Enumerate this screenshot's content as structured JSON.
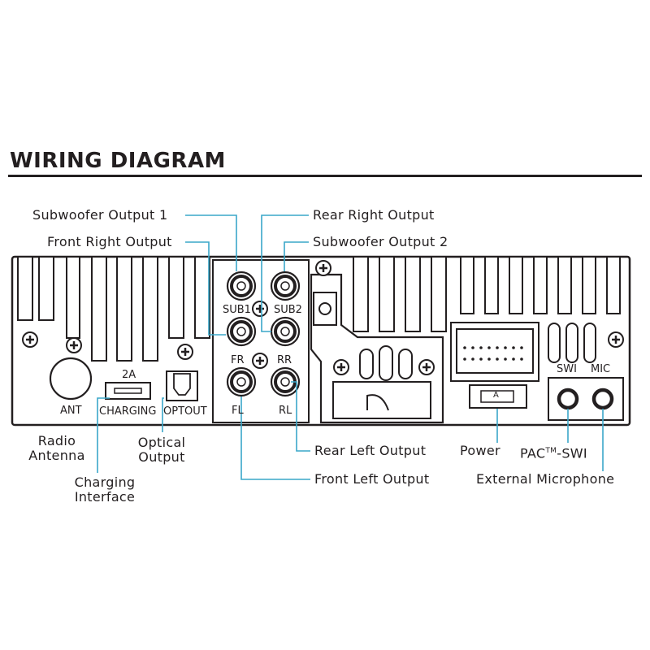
{
  "header": {
    "title": "WIRING DIAGRAM"
  },
  "callouts": {
    "subwoofer_output_1": "Subwoofer Output 1",
    "front_right_output": "Front Right Output",
    "rear_right_output": "Rear Right Output",
    "subwoofer_output_2": "Subwoofer Output 2",
    "radio_antenna_line1": "Radio",
    "radio_antenna_line2": "Antenna",
    "charging_interface_line1": "Charging",
    "charging_interface_line2": "Interface",
    "optical_output_line1": "Optical",
    "optical_output_line2": "Output",
    "rear_left_output": "Rear Left Output",
    "front_left_output": "Front Left Output",
    "power": "Power",
    "pac_swi_prefix": "PAC",
    "pac_swi_sup": "TM",
    "pac_swi_suffix": "-SWI",
    "external_microphone": "External Microphone"
  },
  "panel_labels": {
    "ant": "ANT",
    "charging_rating": "2A",
    "charging": "CHARGING",
    "optout": "OPTOUT",
    "sub1": "SUB1",
    "sub2": "SUB2",
    "fr": "FR",
    "rr": "RR",
    "fl": "FL",
    "rl": "RL",
    "power_connector": "A",
    "swi": "SWI",
    "mic": "MIC"
  },
  "colors": {
    "leader_line": "#3aa7c9",
    "ink": "#231f20"
  }
}
